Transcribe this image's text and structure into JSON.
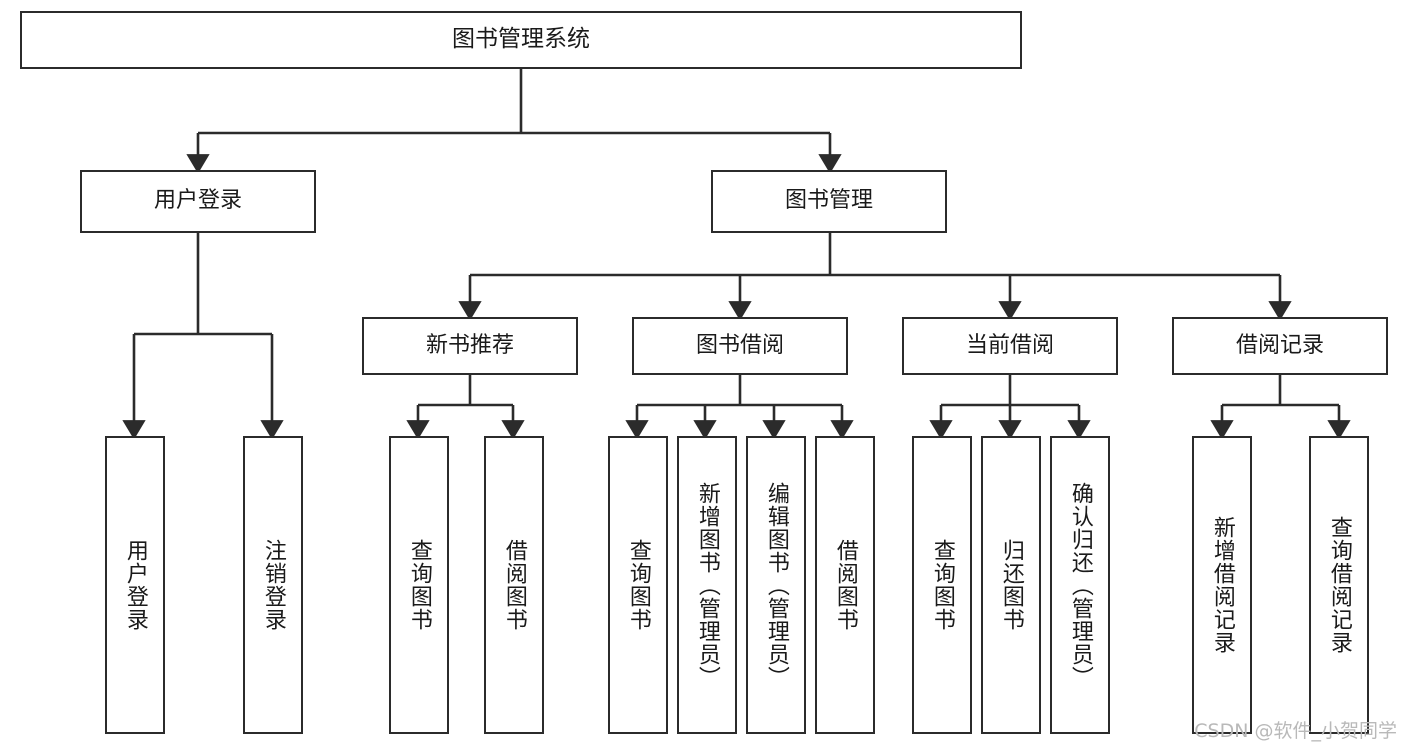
{
  "diagram": {
    "title_text": "图书管理系统",
    "type": "tree-hierarchy-diagram",
    "colors": {
      "box_border": "#2b2b2b",
      "box_fill": "#ffffff",
      "connector": "#2b2b2b",
      "text": "#1a1a1a",
      "watermark": "#b9b9b9",
      "background": "#ffffff"
    },
    "root": {
      "label": "图书管理系统"
    },
    "level2": [
      {
        "label": "用户登录"
      },
      {
        "label": "图书管理"
      }
    ],
    "level3": [
      {
        "label": "新书推荐"
      },
      {
        "label": "图书借阅"
      },
      {
        "label": "当前借阅"
      },
      {
        "label": "借阅记录"
      }
    ],
    "leaves": {
      "user_login": [
        {
          "label": "用户登录"
        },
        {
          "label": "注销登录"
        }
      ],
      "new_book_recommend": [
        {
          "label": "查询图书"
        },
        {
          "label": "借阅图书"
        }
      ],
      "book_borrow": [
        {
          "label": "查询图书"
        },
        {
          "label": "新增图书（管理员）"
        },
        {
          "label": "编辑图书（管理员）"
        },
        {
          "label": "借阅图书"
        }
      ],
      "current_borrow": [
        {
          "label": "查询图书"
        },
        {
          "label": "归还图书"
        },
        {
          "label": "确认归还（管理员）"
        }
      ],
      "borrow_record": [
        {
          "label": "新增借阅记录"
        },
        {
          "label": "查询借阅记录"
        }
      ]
    },
    "watermark": "CSDN @软件_小贺同学"
  }
}
